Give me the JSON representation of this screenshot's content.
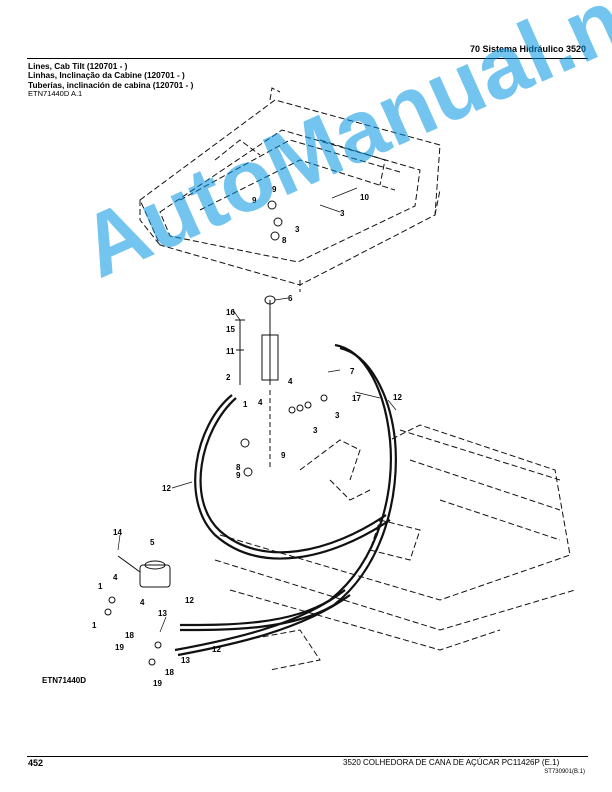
{
  "header": {
    "section_title": "70 Sistema Hidráulico 3520"
  },
  "titles": [
    "Lines, Cab Tilt (120701 - )",
    "Linhas, Inclinação da Cabine (120701 - )",
    "Tuberías, inclinación de cabina (120701 - )"
  ],
  "figure_ref": "ETN71440D A.1",
  "figure_id": "ETN71440D",
  "watermark": "AutoManual.net",
  "callouts": {
    "c10": "10",
    "c9a": "9",
    "c9b": "9",
    "c3a": "3",
    "c3b": "3",
    "c8a": "8",
    "c6": "6",
    "c16": "16",
    "c15": "15",
    "c11": "11",
    "c7": "7",
    "c2a": "2",
    "c4a": "4",
    "c4b": "4",
    "c1a": "1",
    "c17": "17",
    "c12a": "12",
    "c3c": "3",
    "c3d": "3",
    "c8b": "8",
    "c9c": "9",
    "c9d": "9",
    "c12b": "12",
    "c14": "14",
    "c5": "5",
    "c4c": "4",
    "c1b": "1",
    "c4d": "4",
    "c1c": "1",
    "c12c": "12",
    "c13a": "13",
    "c18a": "18",
    "c19a": "19",
    "c12d": "12",
    "c13b": "13",
    "c18b": "18",
    "c19b": "19"
  },
  "footer": {
    "page_number": "452",
    "text": "3520 COLHEDORA DE CANA DE AÇÚCAR   PC11426P   (E.1)",
    "code": "ST730901(B.1)"
  }
}
